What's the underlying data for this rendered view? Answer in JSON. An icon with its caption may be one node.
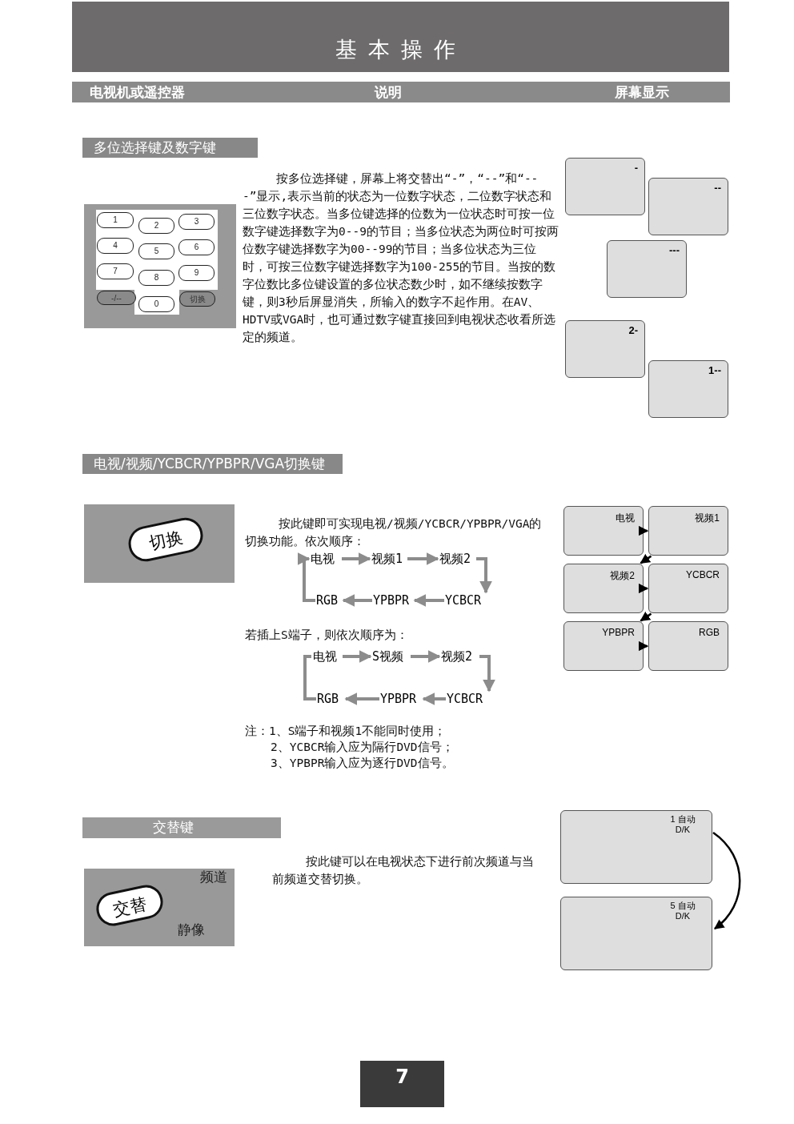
{
  "diagram": {
    "title": "基本操作",
    "nodes": [
      {
        "text": [
          "电视机或遥控器",
          "说明",
          "屏幕显示"
        ]
      },
      {
        "text": [
          "多位选择键及数字键"
        ]
      },
      {
        "text": [
          "1"
        ]
      },
      {
        "text": [
          "2"
        ]
      },
      {
        "text": [
          "3"
        ]
      },
      {
        "text": [
          "4"
        ]
      },
      {
        "text": [
          "5"
        ]
      },
      {
        "text": [
          "6"
        ]
      },
      {
        "text": [
          "7"
        ]
      },
      {
        "text": [
          "8"
        ]
      },
      {
        "text": [
          "9"
        ]
      },
      {
        "text": [
          "-/--"
        ]
      },
      {
        "text": [
          "0"
        ]
      },
      {
        "text": [
          "切换"
        ]
      },
      {
        "text": [
          "-"
        ]
      },
      {
        "text": [
          "--"
        ]
      },
      {
        "text": [
          "---"
        ]
      },
      {
        "text": [
          "2-"
        ]
      },
      {
        "text": [
          "1--"
        ]
      },
      {
        "text": [
          "电视/视频/YCBCR/YPBPR/VGA切换键"
        ]
      },
      {
        "text": [
          "切换"
        ]
      },
      {
        "text": [
          "电视"
        ]
      },
      {
        "text": [
          "视频1"
        ]
      },
      {
        "text": [
          "视频2"
        ]
      },
      {
        "text": [
          "YCBCR"
        ]
      },
      {
        "text": [
          "YPBPR"
        ]
      },
      {
        "text": [
          "RGB"
        ]
      },
      {
        "text": [
          "电视"
        ]
      },
      {
        "text": [
          "S视频"
        ]
      },
      {
        "text": [
          "视频2"
        ]
      },
      {
        "text": [
          "YCBCR"
        ]
      },
      {
        "text": [
          "YPBPR"
        ]
      },
      {
        "text": [
          "RGB"
        ]
      },
      {
        "text": [
          "电视"
        ]
      },
      {
        "text": [
          "视频1"
        ]
      },
      {
        "text": [
          "视频2"
        ]
      },
      {
        "text": [
          "YCBCR"
        ]
      },
      {
        "text": [
          "YPBPR"
        ]
      },
      {
        "text": [
          "RGB"
        ]
      },
      {
        "text": [
          "交替键"
        ]
      },
      {
        "text": [
          "频道"
        ]
      },
      {
        "text": [
          "交替"
        ]
      },
      {
        "text": [
          "静像"
        ]
      },
      {
        "text": [
          "1 自动 D/K"
        ]
      },
      {
        "text": [
          "5 自动 D/K"
        ]
      },
      {
        "text": [
          "7"
        ]
      }
    ],
    "edges": [
      {
        "from": 21,
        "to": 22,
        "arrow": "to"
      },
      {
        "from": 22,
        "to": 23,
        "arrow": "to"
      },
      {
        "from": 23,
        "to": 24,
        "arrow": "to"
      },
      {
        "from": 24,
        "to": 25,
        "arrow": "to"
      },
      {
        "from": 25,
        "to": 26,
        "arrow": "to"
      },
      {
        "from": 26,
        "to": 21,
        "arrow": "to"
      },
      {
        "from": 27,
        "to": 28,
        "arrow": "to"
      },
      {
        "from": 28,
        "to": 29,
        "arrow": "to"
      },
      {
        "from": 29,
        "to": 30,
        "arrow": "to"
      },
      {
        "from": 30,
        "to": 31,
        "arrow": "to"
      },
      {
        "from": 31,
        "to": 32,
        "arrow": "to"
      },
      {
        "from": 32,
        "to": 27,
        "arrow": "none"
      },
      {
        "from": 33,
        "to": 34,
        "arrow": "to",
        "color": "#000000"
      },
      {
        "from": 34,
        "to": 35,
        "arrow": "to",
        "color": "#000000"
      },
      {
        "from": 35,
        "to": 36,
        "arrow": "to",
        "color": "#000000"
      },
      {
        "from": 36,
        "to": 37,
        "arrow": "to",
        "color": "#000000"
      },
      {
        "from": 37,
        "to": 38,
        "arrow": "to",
        "color": "#000000"
      },
      {
        "from": 43,
        "to": 44,
        "arrow": "to",
        "color": "#000000"
      }
    ],
    "labels": [
      "按多位选择键，屏幕上将交替出“-”，“--”和“---”显示,表示当前的状态为一位数字状态，二位数字状态和三位数字状态。当多位键选择的位数为一位状态时可按一位数字键选择数字为0--9的节目；当多位状态为两位时可按两位数字键选择数字为00--99的节目；当多位状态为三位时，可按三位数字键选择数字为100-255的节目。当按的数字位数比多位键设置的多位状态数少时，如不继续按数字键，则3秒后屏显消失，所输入的数字不起作用。在AV、HDTV或VGA时，也可通过数字键直接回到电视状态收看所选定的频道。",
      "按此键即可实现电视/视频/YCBCR/YPBPR/VGA的切换功能。依次顺序：",
      "若插上S端子，则依次顺序为：",
      "注：1、S端子和视频1不能同时使用；",
      "2、YCBCR输入应为隔行DVD信号；",
      "3、YPBPR输入应为逐行DVD信号。",
      "按此键可以在电视状态下进行前次频道与当前频道交替切换。"
    ]
  }
}
